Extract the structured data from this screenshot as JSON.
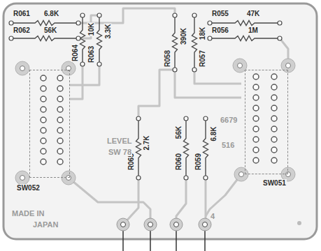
{
  "diagram": {
    "nodes": [
      {
        "text": [
          "SW052"
        ]
      },
      {
        "text": [
          "SW051"
        ]
      }
    ],
    "labels": [
      "R061",
      "6.8K",
      "R062",
      "56K",
      "R055",
      "47K",
      "R056",
      "1M",
      "R064",
      "10K",
      "R063",
      "3.3K",
      "R058",
      "390K",
      "R057",
      "18K",
      "2.7K",
      "R065",
      "56K",
      "R060",
      "6.8K",
      "R059",
      "LEVEL",
      "SW 78",
      "6679",
      "516",
      "4",
      "MADE IN",
      "JAPAN"
    ]
  }
}
